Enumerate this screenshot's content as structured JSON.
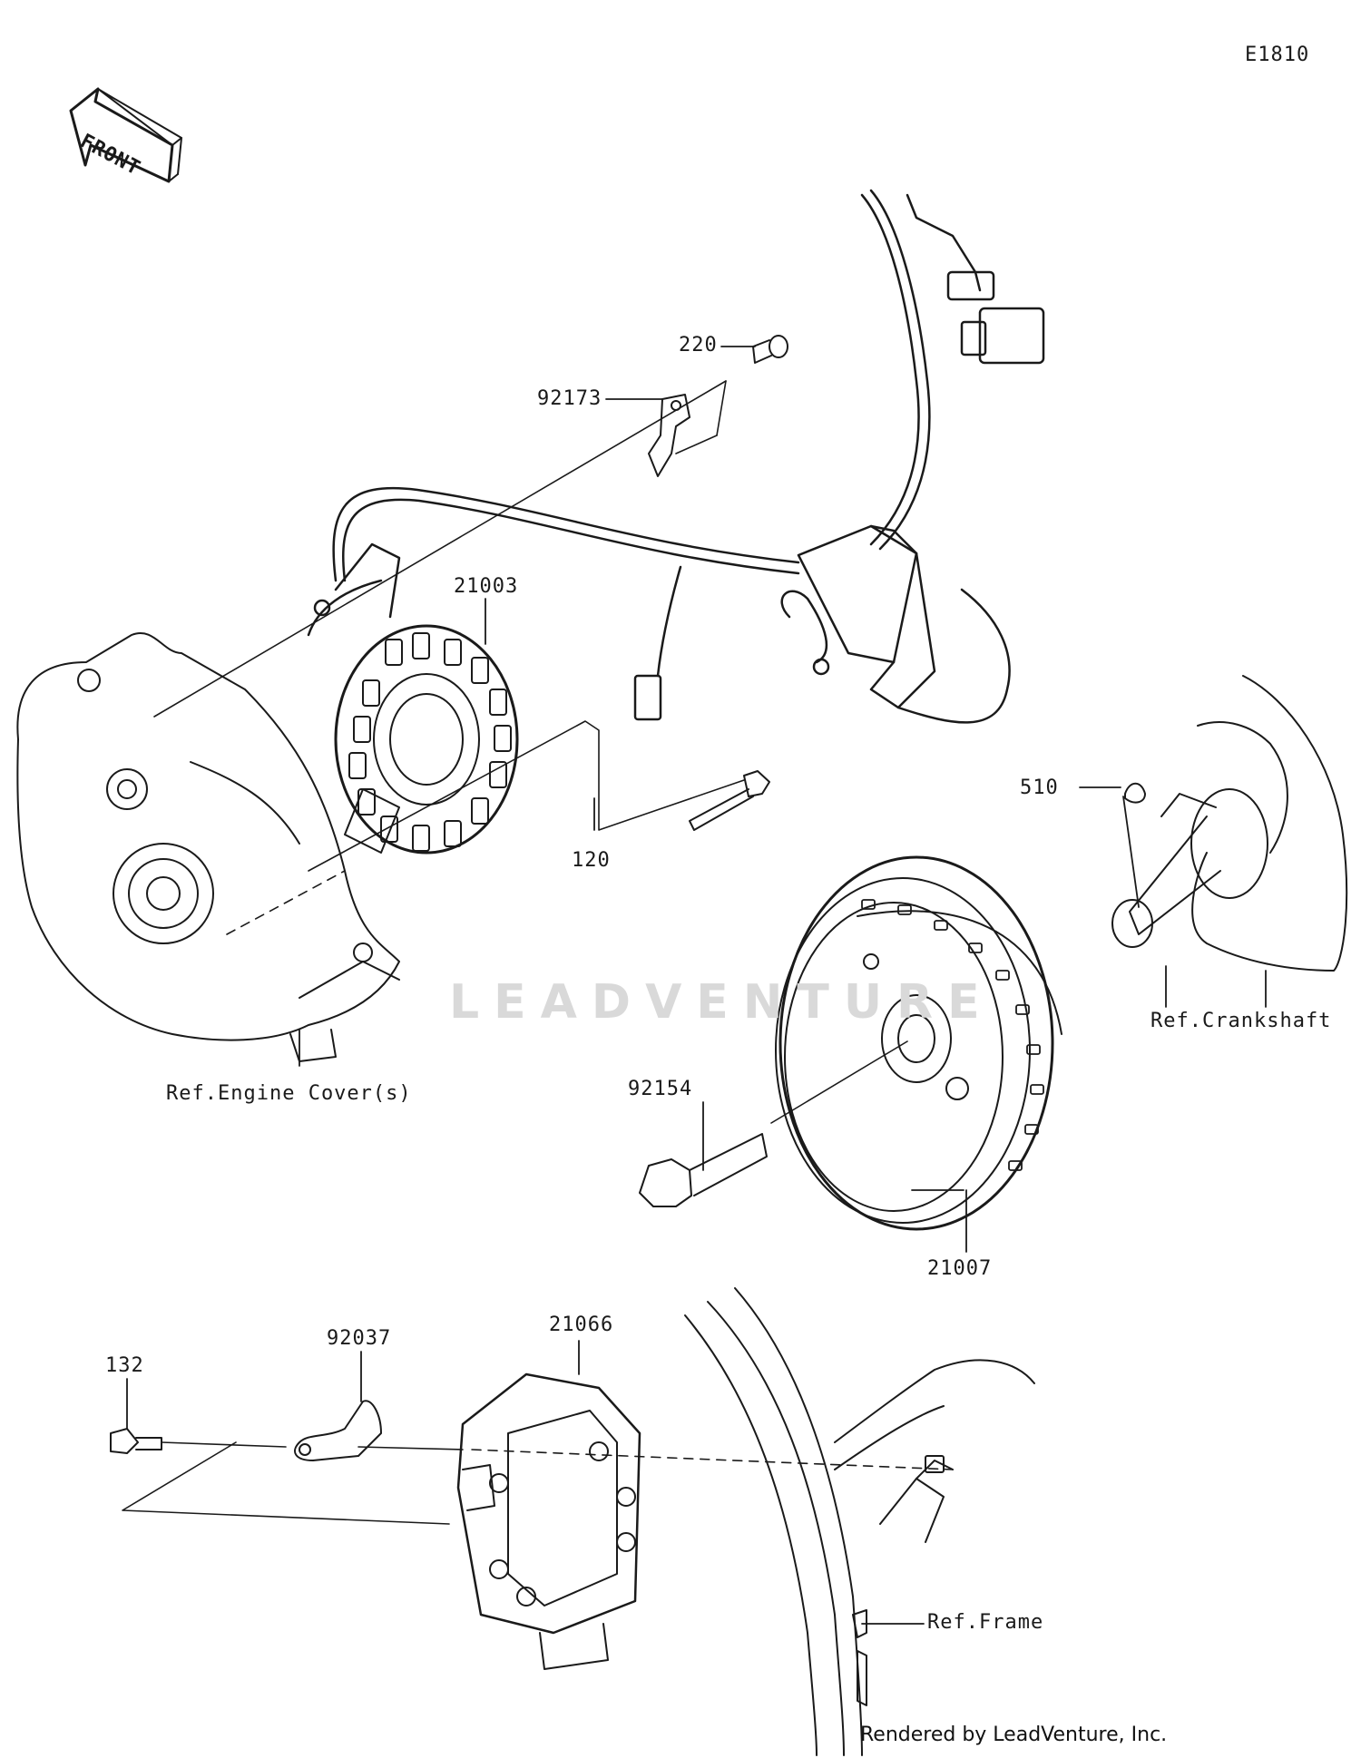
{
  "diagram": {
    "code": "E1810",
    "front_label": "FRONT",
    "watermark": "LEADVENTURE",
    "credit": "Rendered by LeadVenture, Inc."
  },
  "parts": [
    {
      "id": "220",
      "label": "220"
    },
    {
      "id": "92173",
      "label": "92173"
    },
    {
      "id": "21003",
      "label": "21003"
    },
    {
      "id": "120",
      "label": "120"
    },
    {
      "id": "510",
      "label": "510"
    },
    {
      "id": "92154",
      "label": "92154"
    },
    {
      "id": "21007",
      "label": "21007"
    },
    {
      "id": "132",
      "label": "132"
    },
    {
      "id": "92037",
      "label": "92037"
    },
    {
      "id": "21066",
      "label": "21066"
    }
  ],
  "references": [
    {
      "id": "engine-cover",
      "label": "Ref.Engine Cover(s)"
    },
    {
      "id": "crankshaft",
      "label": "Ref.Crankshaft"
    },
    {
      "id": "frame",
      "label": "Ref.Frame"
    }
  ]
}
